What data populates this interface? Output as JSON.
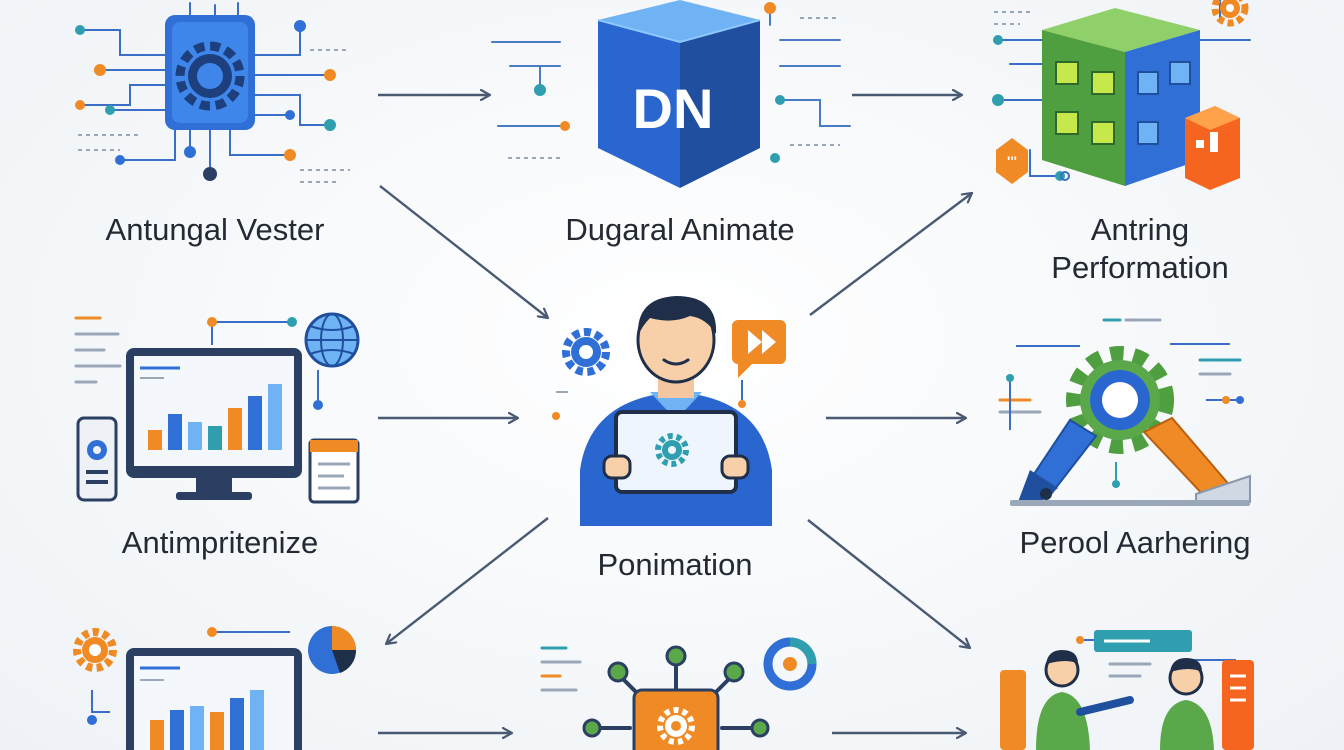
{
  "labels": {
    "top_left": "Antungal Vester",
    "top_center": "Dugaral Animate",
    "top_right_line1": "Antring",
    "top_right_line2": "Performation",
    "mid_left": "Antimpritenize",
    "center": "Ponimation",
    "mid_right": "Perool Aarhering"
  },
  "cube_text": "DN",
  "colors": {
    "blue": "#2f6fd6",
    "dark_blue": "#1f4f9e",
    "orange": "#f08a24",
    "green": "#5aa84a",
    "teal": "#2f9fb0",
    "arrow": "#4a5a72"
  }
}
